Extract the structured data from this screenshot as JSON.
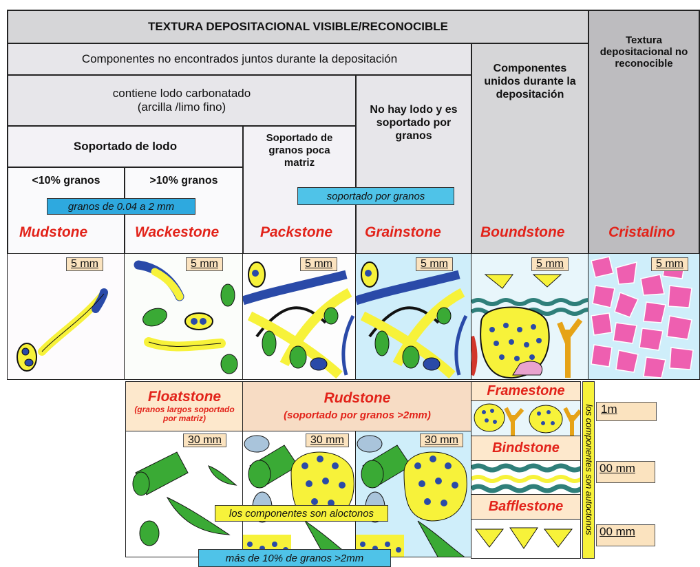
{
  "header": {
    "main": "TEXTURA DEPOSITACIONAL VISIBLE/RECONOCIBLE",
    "right": "Textura depositacional no reconocible",
    "not_together": "Componentes no encontrados juntos durante la depositación",
    "together": "Componentes unidos durante la depositación",
    "mud": "contiene lodo carbonatado\n(arcilla /limo fino)",
    "no_mud": "No hay lodo y es soportado por granos",
    "mud_supported": "Soportado de lodo",
    "grain_supported_matrix": "Soportado de granos poca matriz",
    "lt10": "<10% granos",
    "gt10": ">10% granos"
  },
  "tags": {
    "grain_size": "granos de 0.04 a 2 mm",
    "grain_supported": "soportado por granos",
    "allochthonous": "los componentes son aloctonos",
    "autochthonous": "los componentes son autoctonos",
    "more_than_10": "más de 10% de granos >2mm"
  },
  "rock_names": [
    "Mudstone",
    "Wackestone",
    "Packstone",
    "Grainstone",
    "Boundstone",
    "Cristalino"
  ],
  "lower": {
    "floatstone": "Floatstone",
    "floatstone_sub": "(granos largos soportado por matriz)",
    "rudstone": "Rudstone",
    "rudstone_sub": "(soportado por granos >2mm)",
    "framestone": "Framestone",
    "bindstone": "Bindstone",
    "bafflestone": "Bafflestone"
  },
  "scales": {
    "s5": "5 mm",
    "s30": "30 mm",
    "s1m": "1m",
    "s100": "00 mm"
  },
  "colors": {
    "red": "#e2231a",
    "yellow": "#f7f23a",
    "blue": "#2a4aa8",
    "green": "#3aaa35",
    "pink": "#ee5fb0",
    "cyan_tag": "#4fc3e8",
    "scale_bg": "#fbe3bf"
  }
}
